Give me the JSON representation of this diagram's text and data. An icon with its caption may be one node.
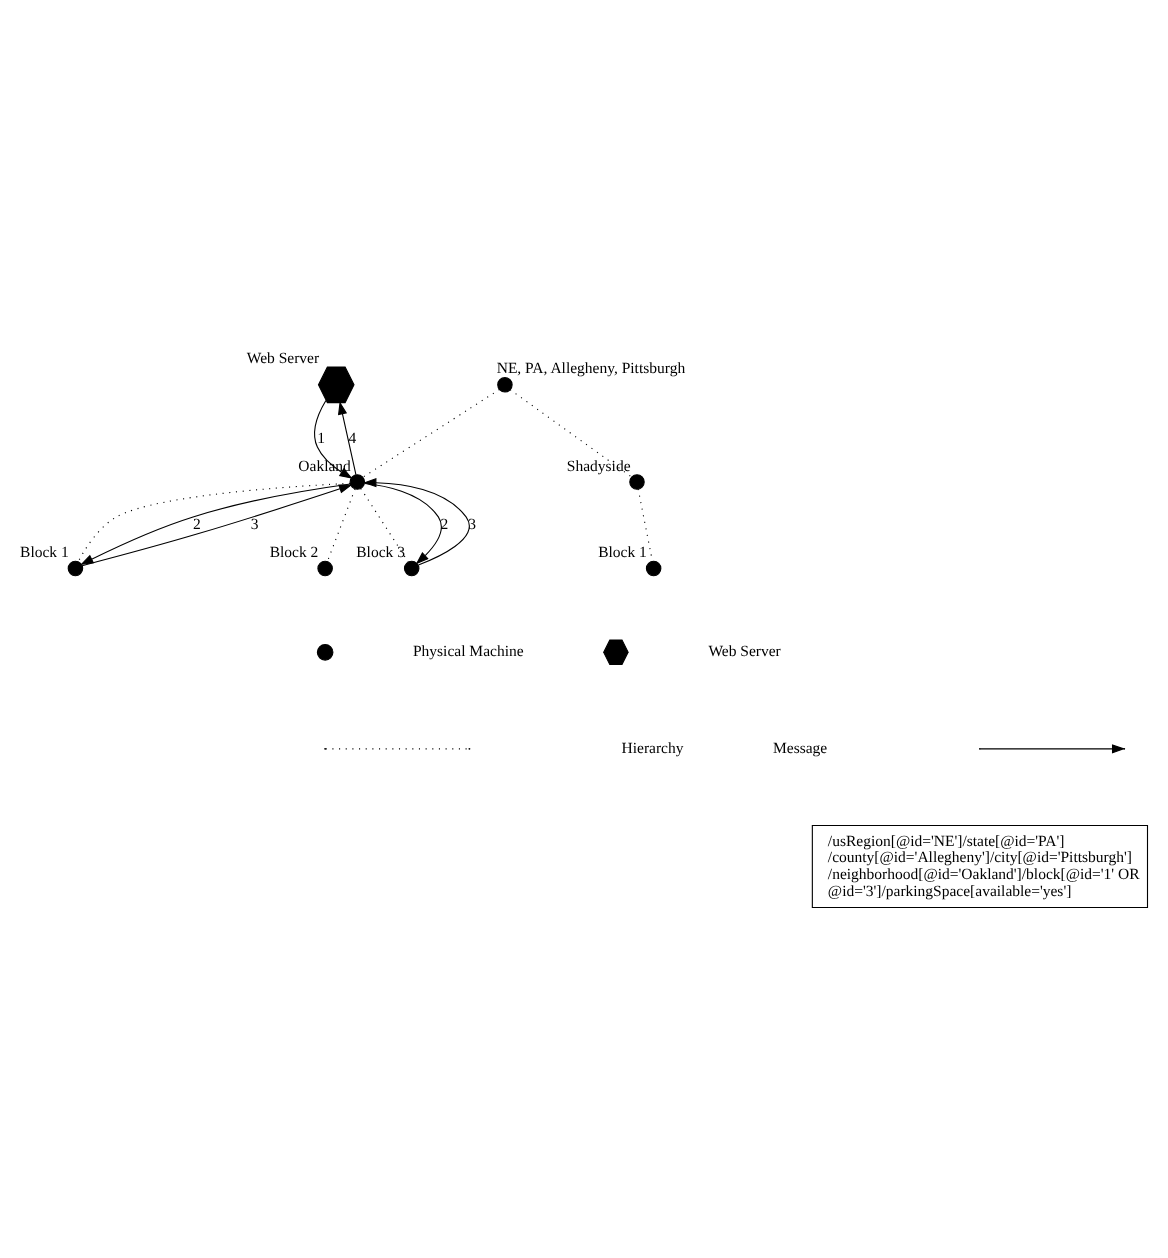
{
  "diagram": {
    "nodes": [
      {
        "text": [
          "Web Server"
        ]
      },
      {
        "text": [
          "NE, PA, Allegheny, Pittsburgh"
        ]
      },
      {
        "text": [
          "Oakland"
        ]
      },
      {
        "text": [
          "Shadyside"
        ]
      },
      {
        "text": [
          "Block 1"
        ]
      },
      {
        "text": [
          "Block 2"
        ]
      },
      {
        "text": [
          "Block 3"
        ]
      },
      {
        "text": [
          "Block 1"
        ]
      }
    ],
    "edges": [
      {
        "from": 1,
        "to": 2,
        "arrow": "none",
        "style": "dashed"
      },
      {
        "from": 1,
        "to": 3,
        "arrow": "none",
        "style": "dashed"
      },
      {
        "from": 2,
        "to": 4,
        "arrow": "none",
        "style": "dashed"
      },
      {
        "from": 2,
        "to": 5,
        "arrow": "none",
        "style": "dashed"
      },
      {
        "from": 2,
        "to": 6,
        "arrow": "none",
        "style": "dashed"
      },
      {
        "from": 3,
        "to": 7,
        "arrow": "none",
        "style": "dashed"
      },
      {
        "from": 0,
        "to": 2,
        "arrow": "to",
        "label": "1"
      },
      {
        "from": 2,
        "to": 0,
        "arrow": "to",
        "label": "4"
      },
      {
        "from": 2,
        "to": 4,
        "arrow": "to",
        "label": "2"
      },
      {
        "from": 4,
        "to": 2,
        "arrow": "to",
        "label": "3"
      },
      {
        "from": 2,
        "to": 6,
        "arrow": "to",
        "label": "2"
      },
      {
        "from": 6,
        "to": 2,
        "arrow": "to",
        "label": "3"
      }
    ],
    "labels": [
      "/usRegion[@id='NE']/state[@id='PA'] /county[@id='Allegheny']/city[@id='Pittsburgh'] /neighborhood[@id='Oakland']/block[@id='1' OR @id='3']/parkingSpace[available='yes']"
    ],
    "legend": [
      {
        "text": "Physical Machine"
      },
      {
        "text": "Web Server"
      },
      {
        "text": "Hierarchy"
      },
      {
        "text": "Message"
      }
    ]
  }
}
